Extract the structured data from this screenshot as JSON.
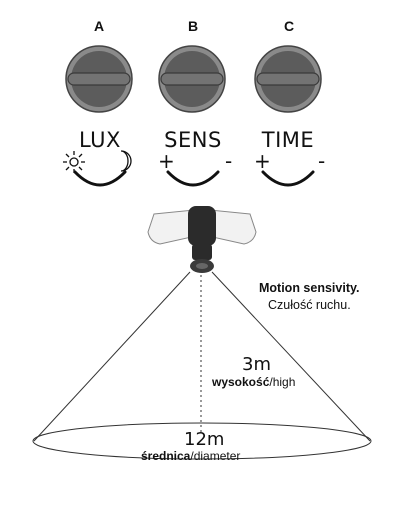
{
  "knobs": [
    {
      "letter": "A",
      "label": "LUX"
    },
    {
      "letter": "B",
      "label": "SENS",
      "minus_sign": "+",
      "plus_sign": "-"
    },
    {
      "letter": "C",
      "label": "TIME",
      "minus_sign": "+",
      "plus_sign": "-"
    }
  ],
  "lux_icons": {
    "left": "sun-icon",
    "right": "moon-icon"
  },
  "motion": {
    "title": "Motion sensivity.",
    "subtitle": "Czułość ruchu."
  },
  "height": {
    "value": "3m",
    "label_bold": "wysokość",
    "label_rest": "/high"
  },
  "diameter": {
    "value": "12m",
    "label_bold": "średnica",
    "label_rest": "/diameter"
  },
  "colors": {
    "knob_outer": "#8a8a8a",
    "knob_inner": "#5a5a5a",
    "knob_bar": "#707070",
    "lamp_body": "#2b2b2b",
    "lamp_shade": "#f2f2f2"
  }
}
